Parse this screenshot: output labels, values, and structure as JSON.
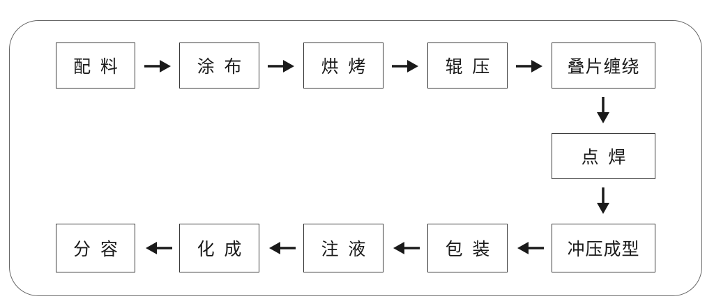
{
  "diagram": {
    "type": "process-flowchart",
    "steps": [
      {
        "id": "s1",
        "label": "配料"
      },
      {
        "id": "s2",
        "label": "涂布"
      },
      {
        "id": "s3",
        "label": "烘烤"
      },
      {
        "id": "s4",
        "label": "辊压"
      },
      {
        "id": "s5",
        "label": "叠片缠绕"
      },
      {
        "id": "s6",
        "label": "点焊"
      },
      {
        "id": "s7",
        "label": "冲压成型"
      },
      {
        "id": "s8",
        "label": "包装"
      },
      {
        "id": "s9",
        "label": "注液"
      },
      {
        "id": "s10",
        "label": "化成"
      },
      {
        "id": "s11",
        "label": "分容"
      }
    ],
    "flow": [
      [
        "s1",
        "s2"
      ],
      [
        "s2",
        "s3"
      ],
      [
        "s3",
        "s4"
      ],
      [
        "s4",
        "s5"
      ],
      [
        "s5",
        "s6"
      ],
      [
        "s6",
        "s7"
      ],
      [
        "s7",
        "s8"
      ],
      [
        "s8",
        "s9"
      ],
      [
        "s9",
        "s10"
      ],
      [
        "s10",
        "s11"
      ]
    ],
    "colors": {
      "box_border": "#3a3a3a",
      "arrow": "#1a1a1a",
      "text": "#1a1a1a",
      "frame_border": "#666666"
    }
  }
}
